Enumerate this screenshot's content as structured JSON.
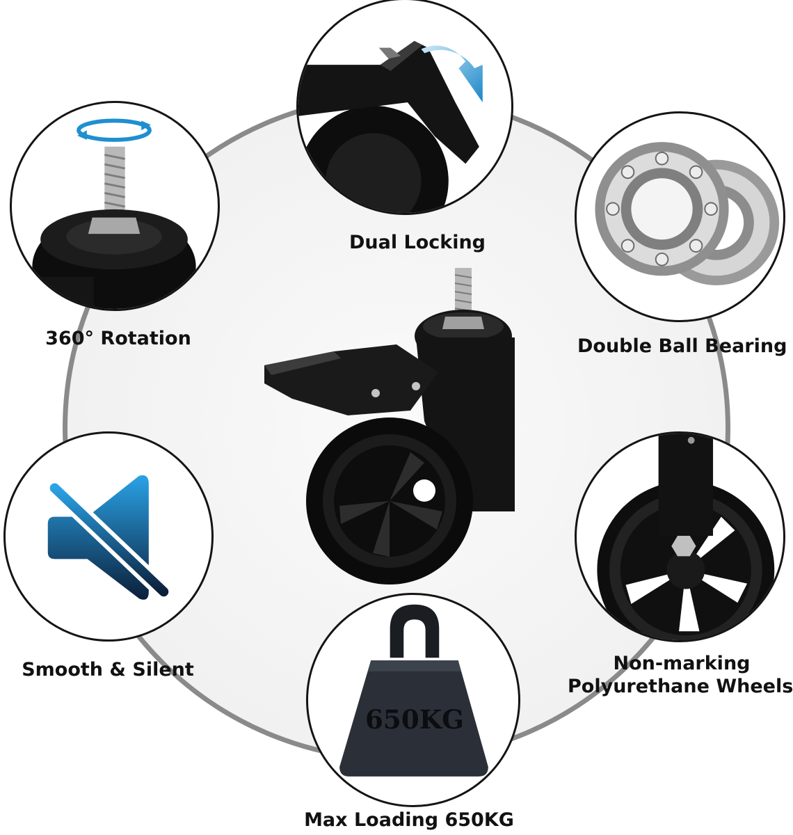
{
  "features": {
    "dual_locking": "Dual Locking",
    "rotation": "360° Rotation",
    "double_bearing": "Double Ball Bearing",
    "silent": "Smooth & Silent",
    "wheels_line1": "Non-marking",
    "wheels_line2": "Polyurethane Wheels",
    "max_loading": "Max Loading 650KG"
  },
  "weight_label": "650KG",
  "colors": {
    "ring_border": "#8a8a8a",
    "accent_blue": "#1f8fd0",
    "caster_black": "#111111"
  },
  "icons": {
    "rotation": "rotation-arrows-icon",
    "silent": "speaker-muted-icon",
    "weight": "kettlebell-weight-icon",
    "lock_arrow": "curved-arrow-down-icon"
  }
}
